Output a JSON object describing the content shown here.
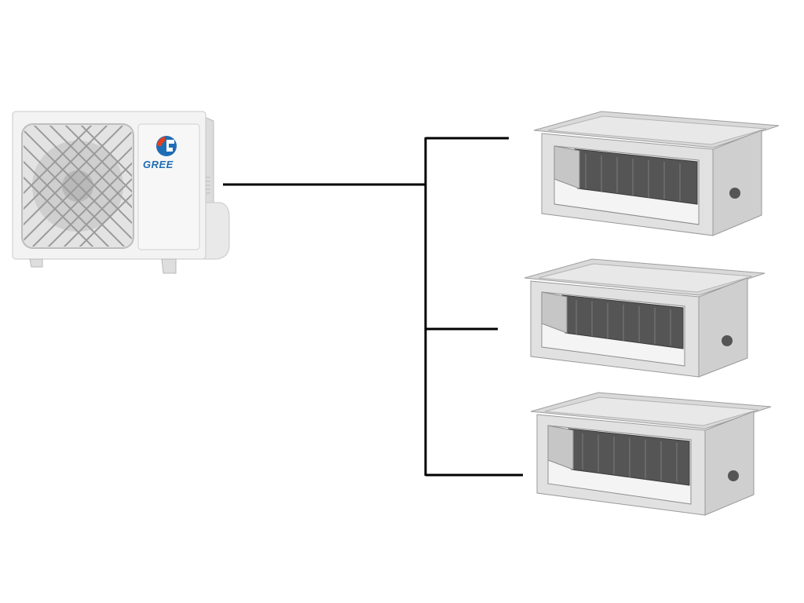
{
  "outdoor_unit": {
    "brand": "GREE",
    "brand_color": "#1f6db5",
    "logo_accent_color": "#e1401f",
    "icon": "fan-grille-icon"
  },
  "indoor_units": [
    {
      "type": "duct",
      "icon": "duct-unit-icon"
    },
    {
      "type": "duct",
      "icon": "duct-unit-icon"
    },
    {
      "type": "duct",
      "icon": "duct-unit-icon"
    }
  ],
  "line_color": "#000000"
}
